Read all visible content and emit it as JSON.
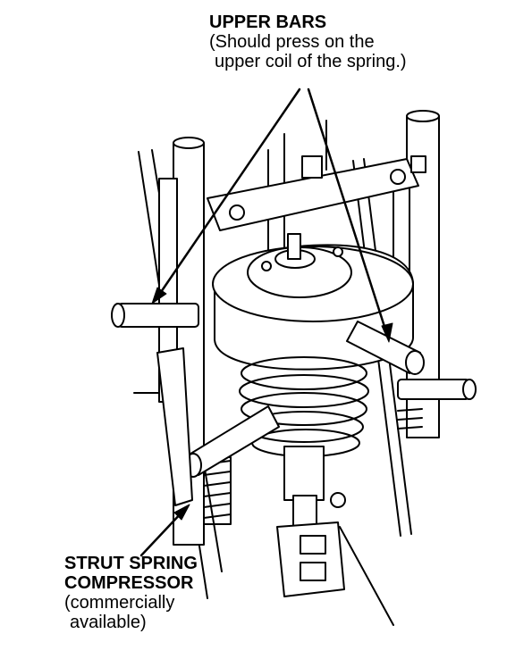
{
  "labels": {
    "upper_bars": {
      "title": "UPPER BARS",
      "description_lines": [
        "(Should press on the",
        "upper coil of the spring.)"
      ]
    },
    "strut_spring_compressor": {
      "title_lines": [
        "STRUT SPRING",
        "COMPRESSOR"
      ],
      "description_lines": [
        "(commercially",
        "available)"
      ]
    }
  }
}
